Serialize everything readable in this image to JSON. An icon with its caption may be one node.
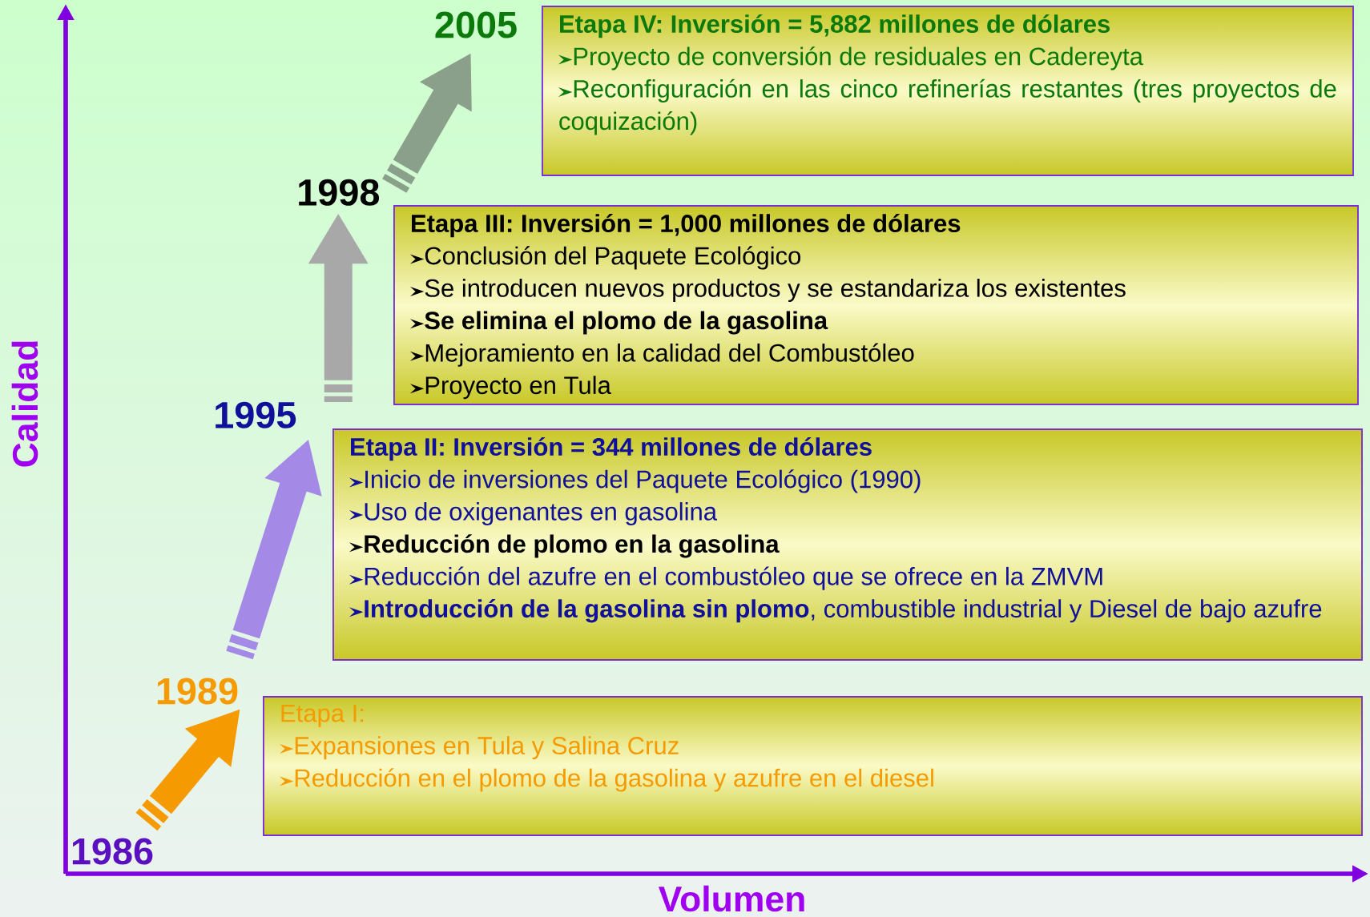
{
  "diagram": {
    "nodes": [
      {
        "text": [
          "2005"
        ]
      },
      {
        "text": [
          "Etapa IV: Inversión = 5,882 millones de dólares",
          "Proyecto de conversión de residuales en Cadereyta",
          "Reconfiguración en las cinco refinerías restantes (tres proyectos de coquización)"
        ]
      },
      {
        "text": [
          "1998"
        ]
      },
      {
        "text": [
          "Etapa III: Inversión = 1,000 millones de dólares",
          "Conclusión del Paquete Ecológico",
          "Se introducen nuevos productos y se estandariza los existentes",
          "**Se elimina el plomo de la gasolina**",
          "Mejoramiento en la calidad del Combustóleo",
          "Proyecto en Tula"
        ]
      },
      {
        "text": [
          "1995"
        ]
      },
      {
        "text": [
          "Etapa II: Inversión = 344 millones de dólares",
          "Inicio de inversiones del Paquete Ecológico (1990)",
          "Uso de oxigenantes en gasolina",
          "**Reducción de plomo en la gasolina**",
          "Reducción del azufre en el combustóleo que se ofrece en la ZMVM",
          "**Introducción de la gasolina sin plomo**, combustible industrial y Diesel de bajo azufre"
        ]
      },
      {
        "text": [
          "1989"
        ]
      },
      {
        "text": [
          "Etapa I:",
          "Expansiones en Tula y Salina Cruz",
          "Reducción en el plomo de la gasolina y azufre en el diesel"
        ]
      },
      {
        "text": [
          "1986"
        ]
      }
    ],
    "edges": [
      {
        "from": 8,
        "to": 6,
        "arrow": "to",
        "color": "#f59a00"
      },
      {
        "from": 6,
        "to": 4,
        "arrow": "to",
        "color": "#a48ae6"
      },
      {
        "from": 4,
        "to": 2,
        "arrow": "to",
        "color": "#a8a8a8"
      },
      {
        "from": 2,
        "to": 0,
        "arrow": "to",
        "color": "#8aa08a"
      }
    ],
    "labels": [
      "Calidad",
      "Volumen"
    ]
  }
}
